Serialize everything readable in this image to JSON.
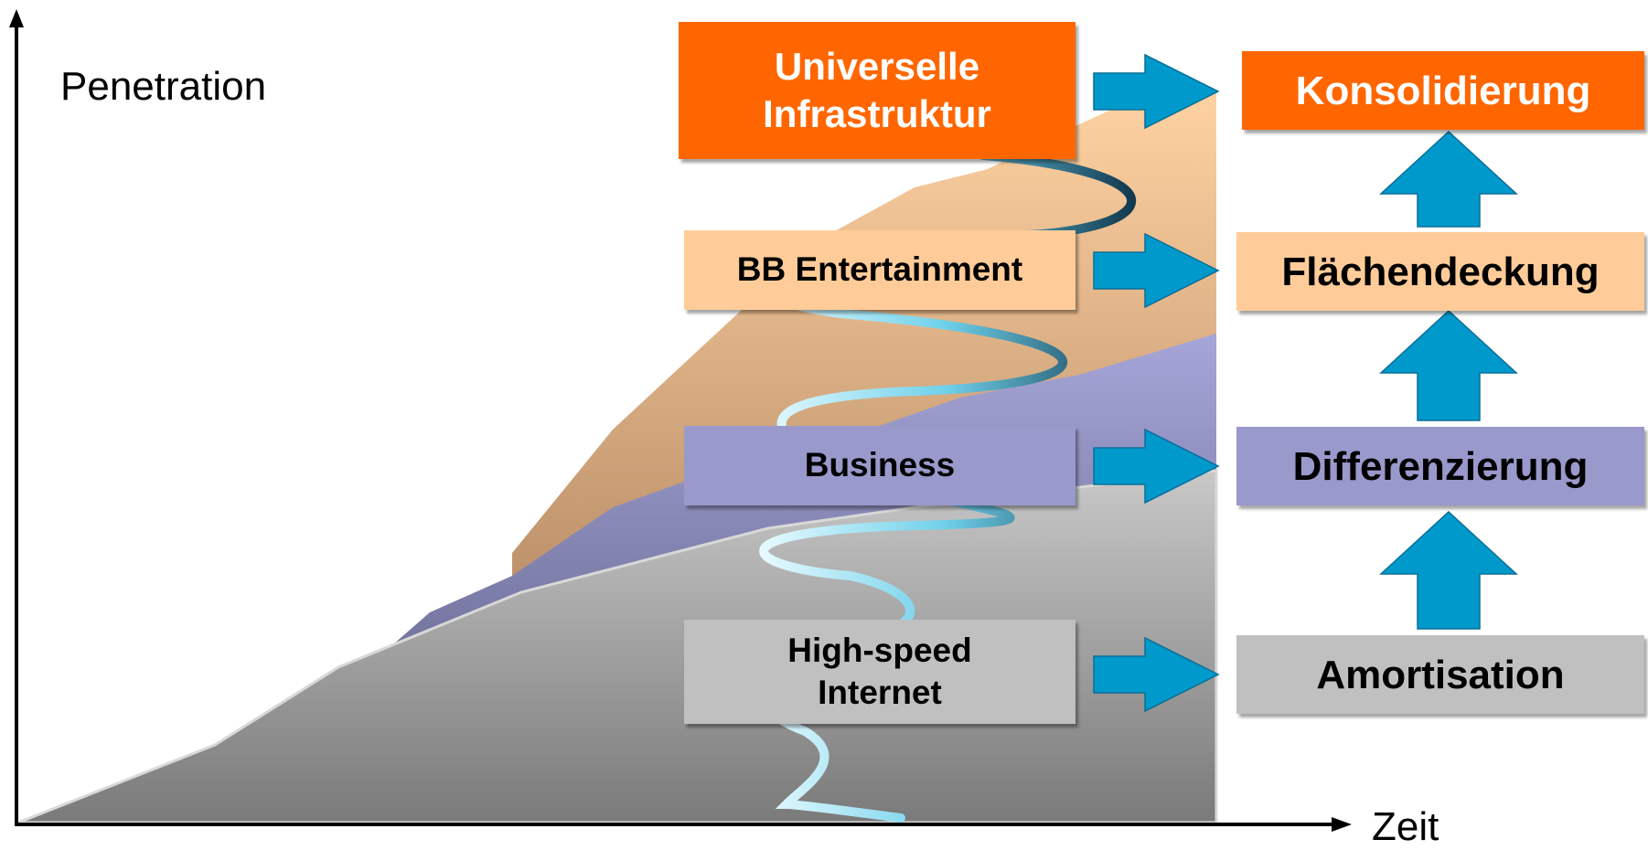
{
  "axes": {
    "y_label": "Penetration",
    "x_label": "Zeit"
  },
  "stages": [
    {
      "id": "universal",
      "label": "Universelle\nInfrastruktur",
      "color": "#ff6600",
      "text_color": "#ffffff"
    },
    {
      "id": "entertainment",
      "label": "BB Entertainment",
      "color": "#ffcc99",
      "text_color": "#000000"
    },
    {
      "id": "business",
      "label": "Business",
      "color": "#9999cc",
      "text_color": "#000000"
    },
    {
      "id": "internet",
      "label": "High-speed\nInternet",
      "color": "#c0c0c0",
      "text_color": "#000000"
    }
  ],
  "outcomes": [
    {
      "id": "konsolidierung",
      "label": "Konsolidierung",
      "color": "#ff6600",
      "text_color": "#ffffff"
    },
    {
      "id": "flaechendeckung",
      "label": "Flächendeckung",
      "color": "#ffcc99",
      "text_color": "#000000"
    },
    {
      "id": "differenzierung",
      "label": "Differenzierung",
      "color": "#9999cc",
      "text_color": "#000000"
    },
    {
      "id": "amortisation",
      "label": "Amortisation",
      "color": "#c0c0c0",
      "text_color": "#000000"
    }
  ],
  "colors": {
    "arrow": "#0099cc",
    "spiral": "#7fd4ea"
  }
}
